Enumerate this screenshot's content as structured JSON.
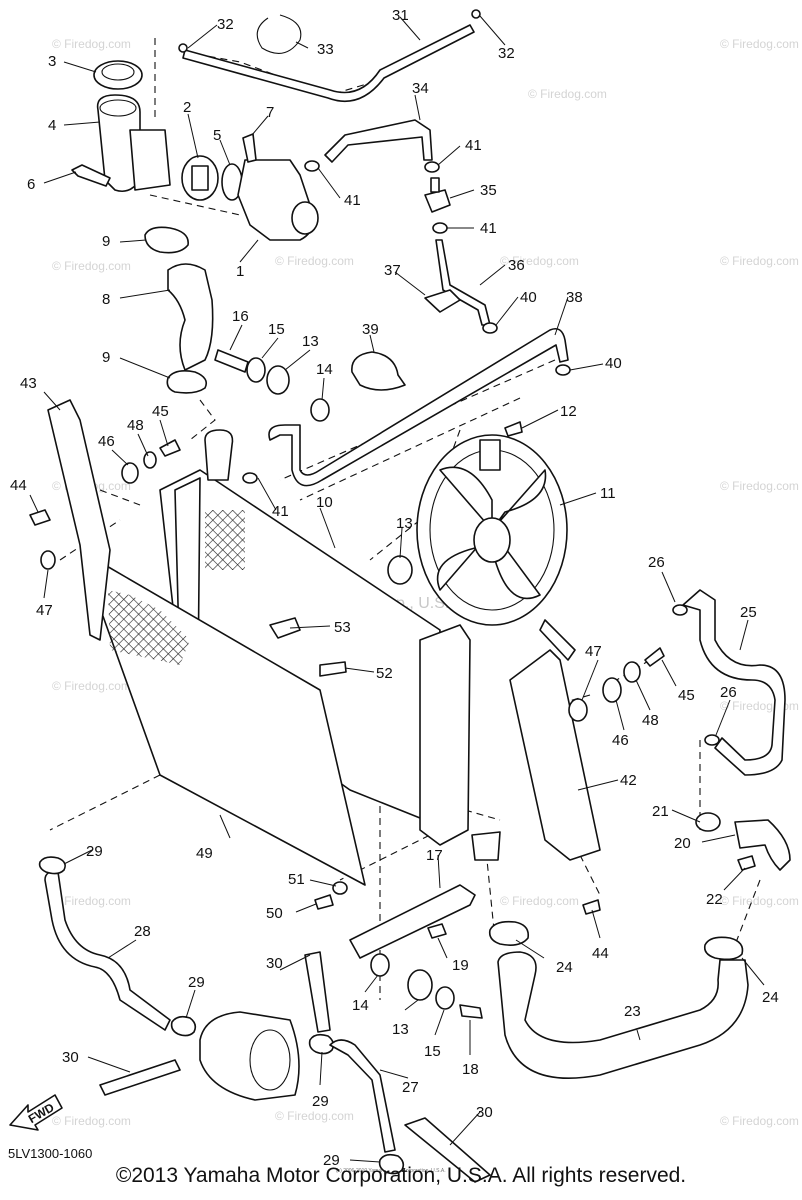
{
  "callouts": [
    {
      "id": 1,
      "label": "1"
    },
    {
      "id": 2,
      "label": "2"
    },
    {
      "id": 3,
      "label": "3"
    },
    {
      "id": 4,
      "label": "4"
    },
    {
      "id": 5,
      "label": "5"
    },
    {
      "id": 6,
      "label": "6"
    },
    {
      "id": 7,
      "label": "7"
    },
    {
      "id": 8,
      "label": "8"
    },
    {
      "id": 9,
      "label": "9"
    },
    {
      "id": 10,
      "label": "10"
    },
    {
      "id": 11,
      "label": "11"
    },
    {
      "id": 12,
      "label": "12"
    },
    {
      "id": 13,
      "label": "13"
    },
    {
      "id": 14,
      "label": "14"
    },
    {
      "id": 15,
      "label": "15"
    },
    {
      "id": 16,
      "label": "16"
    },
    {
      "id": 17,
      "label": "17"
    },
    {
      "id": 18,
      "label": "18"
    },
    {
      "id": 19,
      "label": "19"
    },
    {
      "id": 20,
      "label": "20"
    },
    {
      "id": 21,
      "label": "21"
    },
    {
      "id": 22,
      "label": "22"
    },
    {
      "id": 23,
      "label": "23"
    },
    {
      "id": 24,
      "label": "24"
    },
    {
      "id": 25,
      "label": "25"
    },
    {
      "id": 26,
      "label": "26"
    },
    {
      "id": 27,
      "label": "27"
    },
    {
      "id": 28,
      "label": "28"
    },
    {
      "id": 29,
      "label": "29"
    },
    {
      "id": 30,
      "label": "30"
    },
    {
      "id": 31,
      "label": "31"
    },
    {
      "id": 32,
      "label": "32"
    },
    {
      "id": 33,
      "label": "33"
    },
    {
      "id": 34,
      "label": "34"
    },
    {
      "id": 35,
      "label": "35"
    },
    {
      "id": 36,
      "label": "36"
    },
    {
      "id": 37,
      "label": "37"
    },
    {
      "id": 38,
      "label": "38"
    },
    {
      "id": 39,
      "label": "39"
    },
    {
      "id": 40,
      "label": "40"
    },
    {
      "id": 41,
      "label": "41"
    },
    {
      "id": 42,
      "label": "42"
    },
    {
      "id": 43,
      "label": "43"
    },
    {
      "id": 44,
      "label": "44"
    },
    {
      "id": 45,
      "label": "45"
    },
    {
      "id": 46,
      "label": "46"
    },
    {
      "id": 47,
      "label": "47"
    },
    {
      "id": 48,
      "label": "48"
    },
    {
      "id": 49,
      "label": "49"
    },
    {
      "id": 50,
      "label": "50"
    },
    {
      "id": 51,
      "label": "51"
    },
    {
      "id": 52,
      "label": "52"
    },
    {
      "id": 53,
      "label": "53"
    }
  ],
  "watermark": {
    "small": "© Firedog.com",
    "center": "Yamaha Motor Corp., U.S.A.",
    "fine_print": "(c) 2006-2010 Yamaha Motor Corporation, U.S.A."
  },
  "diagram_code": "5LV1300-1060",
  "fwd_label": "FWD",
  "copyright": "©2013 Yamaha Motor Corporation, U.S.A. All rights reserved."
}
